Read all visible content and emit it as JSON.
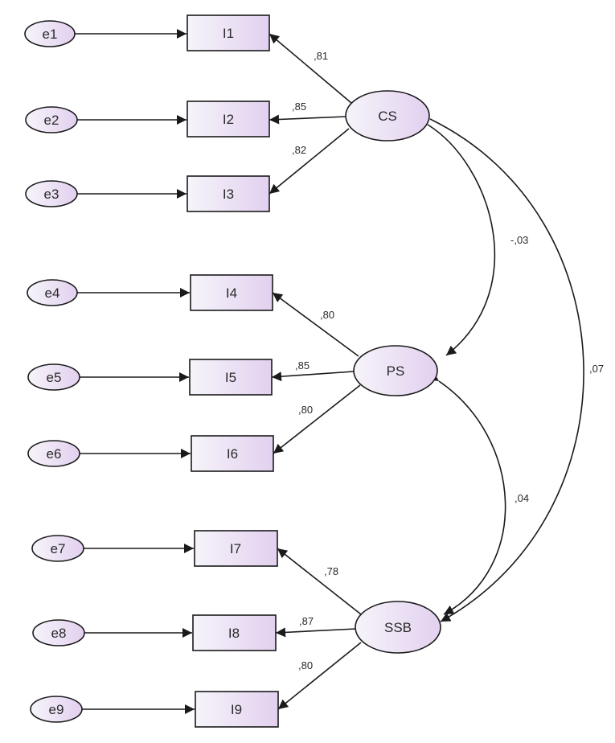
{
  "diagram": {
    "errors": [
      {
        "id": "e1",
        "label": "e1"
      },
      {
        "id": "e2",
        "label": "e2"
      },
      {
        "id": "e3",
        "label": "e3"
      },
      {
        "id": "e4",
        "label": "e4"
      },
      {
        "id": "e5",
        "label": "e5"
      },
      {
        "id": "e6",
        "label": "e6"
      },
      {
        "id": "e7",
        "label": "e7"
      },
      {
        "id": "e8",
        "label": "e8"
      },
      {
        "id": "e9",
        "label": "e9"
      }
    ],
    "indicators": [
      {
        "id": "I1",
        "label": "I1"
      },
      {
        "id": "I2",
        "label": "I2"
      },
      {
        "id": "I3",
        "label": "I3"
      },
      {
        "id": "I4",
        "label": "I4"
      },
      {
        "id": "I5",
        "label": "I5"
      },
      {
        "id": "I6",
        "label": "I6"
      },
      {
        "id": "I7",
        "label": "I7"
      },
      {
        "id": "I8",
        "label": "I8"
      },
      {
        "id": "I9",
        "label": "I9"
      }
    ],
    "factors": [
      {
        "id": "CS",
        "label": "CS"
      },
      {
        "id": "PS",
        "label": "PS"
      },
      {
        "id": "SSB",
        "label": "SSB"
      }
    ],
    "loadings": [
      {
        "factor": "CS",
        "indicator": "I1",
        "value": ",81"
      },
      {
        "factor": "CS",
        "indicator": "I2",
        "value": ",85"
      },
      {
        "factor": "CS",
        "indicator": "I3",
        "value": ",82"
      },
      {
        "factor": "PS",
        "indicator": "I4",
        "value": ",80"
      },
      {
        "factor": "PS",
        "indicator": "I5",
        "value": ",85"
      },
      {
        "factor": "PS",
        "indicator": "I6",
        "value": ",80"
      },
      {
        "factor": "SSB",
        "indicator": "I7",
        "value": ",78"
      },
      {
        "factor": "SSB",
        "indicator": "I8",
        "value": ",87"
      },
      {
        "factor": "SSB",
        "indicator": "I9",
        "value": ",80"
      }
    ],
    "covariances": [
      {
        "from": "CS",
        "to": "PS",
        "value": "-,03"
      },
      {
        "from": "PS",
        "to": "SSB",
        "value": ",04"
      },
      {
        "from": "CS",
        "to": "SSB",
        "value": ",07"
      }
    ],
    "colors": {
      "node_fill_light": "#f6f4fa",
      "node_fill_dark": "#e2d0ef",
      "stroke": "#1a1a1a"
    }
  }
}
